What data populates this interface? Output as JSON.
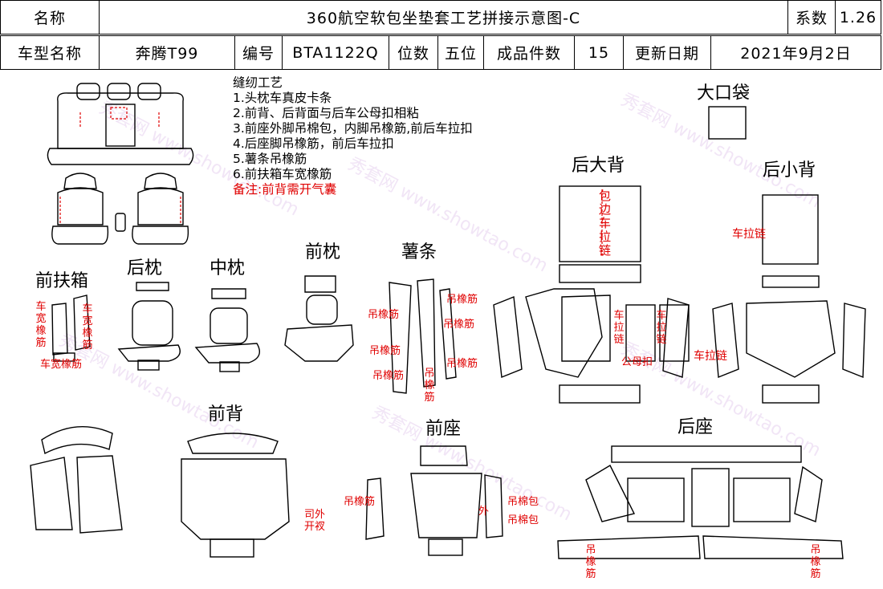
{
  "header": {
    "row1": {
      "name_label": "名称",
      "title": "360航空软包坐垫套工艺拼接示意图-C",
      "coef_label": "系数",
      "coef_value": "1.26"
    },
    "row2": {
      "model_label": "车型名称",
      "model_value": "奔腾T99",
      "code_label": "编号",
      "code_value": "BTA1122Q",
      "seats_label": "位数",
      "seats_value": "五位",
      "pieces_label": "成品件数",
      "pieces_value": "15",
      "date_label": "更新日期",
      "date_value": "2021年9月2日"
    }
  },
  "notes": {
    "heading": "缝纫工艺",
    "items": [
      "1.头枕车真皮卡条",
      "2.前背、后背面与后车公母扣相粘",
      "3.前座外脚吊棉包，内脚吊橡筋,前后车拉扣",
      "4.后座脚吊橡筋，前后车拉扣",
      "5.薯条吊橡筋",
      "6.前扶箱车宽橡筋"
    ],
    "remark": "备注:前背需开气囊"
  },
  "sections": {
    "big_pocket": "大口袋",
    "rear_big_back": "后大背",
    "rear_small_back": "后小背",
    "front_armrest": "前扶箱",
    "rear_pillow": "后枕",
    "mid_pillow": "中枕",
    "front_pillow": "前枕",
    "fries": "薯条",
    "front_back": "前背",
    "front_seat": "前座",
    "rear_seat": "后座"
  },
  "annotations": {
    "elastic": "吊橡筋",
    "wide_elastic": "车宽橡筋",
    "zipper": "车拉链",
    "binding_zipper": "包边车拉链",
    "male_female": "公母扣",
    "cotton_bag": "吊棉包",
    "outer": "外",
    "slit": "开衩",
    "airbag_split": "司外开衩"
  },
  "watermark": {
    "text": "秀套网 www.showtao.com"
  },
  "colors": {
    "annotation_red": "#e00000",
    "line": "#000000",
    "dashed_red": "#e00000"
  }
}
